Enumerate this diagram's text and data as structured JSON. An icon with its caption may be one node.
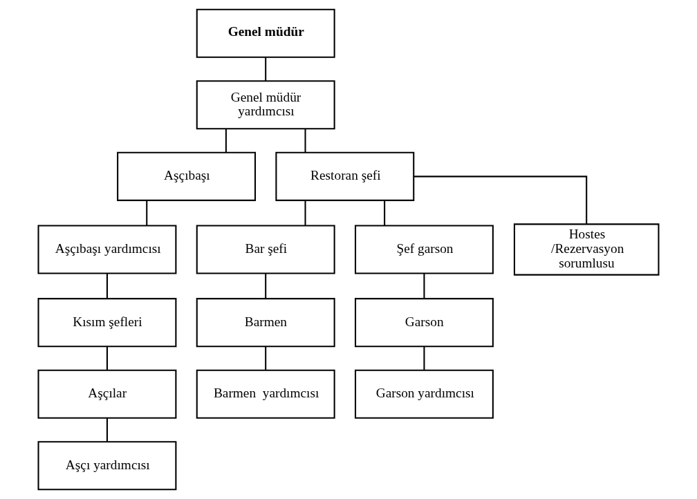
{
  "diagram": {
    "nodes": [
      {
        "text": [
          "Genel müdür"
        ]
      },
      {
        "text": [
          "Genel müdür yardımcısı"
        ]
      },
      {
        "text": [
          "Aşçıbaşı"
        ]
      },
      {
        "text": [
          "Restoran şefi"
        ]
      },
      {
        "text": [
          "Aşçıbaşı yardımcısı"
        ]
      },
      {
        "text": [
          "Kısım şefleri"
        ]
      },
      {
        "text": [
          "Aşçılar"
        ]
      },
      {
        "text": [
          "Aşçı yardımcısı"
        ]
      },
      {
        "text": [
          "Bar şefi"
        ]
      },
      {
        "text": [
          "Şef garson"
        ]
      },
      {
        "text": [
          "Hostes /Rezervasyon sorumlusu"
        ]
      },
      {
        "text": [
          "Barmen"
        ]
      },
      {
        "text": [
          "Garson"
        ]
      },
      {
        "text": [
          "Barmen  yardımcısı"
        ]
      },
      {
        "text": [
          "Garson yardımcısı"
        ]
      }
    ],
    "edges": [
      {
        "from": 0,
        "to": 1,
        "arrow": "none"
      },
      {
        "from": 1,
        "to": 2,
        "arrow": "none"
      },
      {
        "from": 1,
        "to": 3,
        "arrow": "none"
      },
      {
        "from": 2,
        "to": 4,
        "arrow": "none"
      },
      {
        "from": 4,
        "to": 5,
        "arrow": "none"
      },
      {
        "from": 5,
        "to": 6,
        "arrow": "none"
      },
      {
        "from": 6,
        "to": 7,
        "arrow": "none"
      },
      {
        "from": 3,
        "to": 8,
        "arrow": "none"
      },
      {
        "from": 3,
        "to": 9,
        "arrow": "none"
      },
      {
        "from": 3,
        "to": 10,
        "arrow": "none"
      },
      {
        "from": 8,
        "to": 11,
        "arrow": "none"
      },
      {
        "from": 9,
        "to": 12,
        "arrow": "none"
      },
      {
        "from": 11,
        "to": 13,
        "arrow": "none"
      },
      {
        "from": 12,
        "to": 14,
        "arrow": "none"
      }
    ]
  }
}
